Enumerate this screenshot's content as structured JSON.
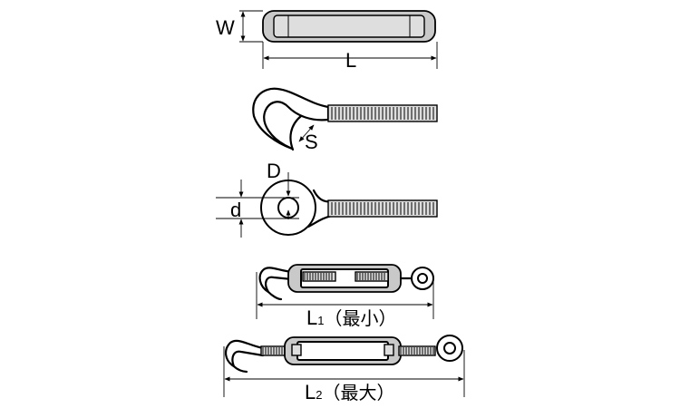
{
  "labels": {
    "width": "W",
    "length": "L",
    "hook_opening": "S",
    "eye_diameter": "D",
    "wire_diameter": "d",
    "min_length": "L",
    "min_length_sub": "1",
    "min_length_note": "（最小）",
    "max_length": "L",
    "max_length_sub": "2",
    "max_length_note": "（最大）"
  }
}
